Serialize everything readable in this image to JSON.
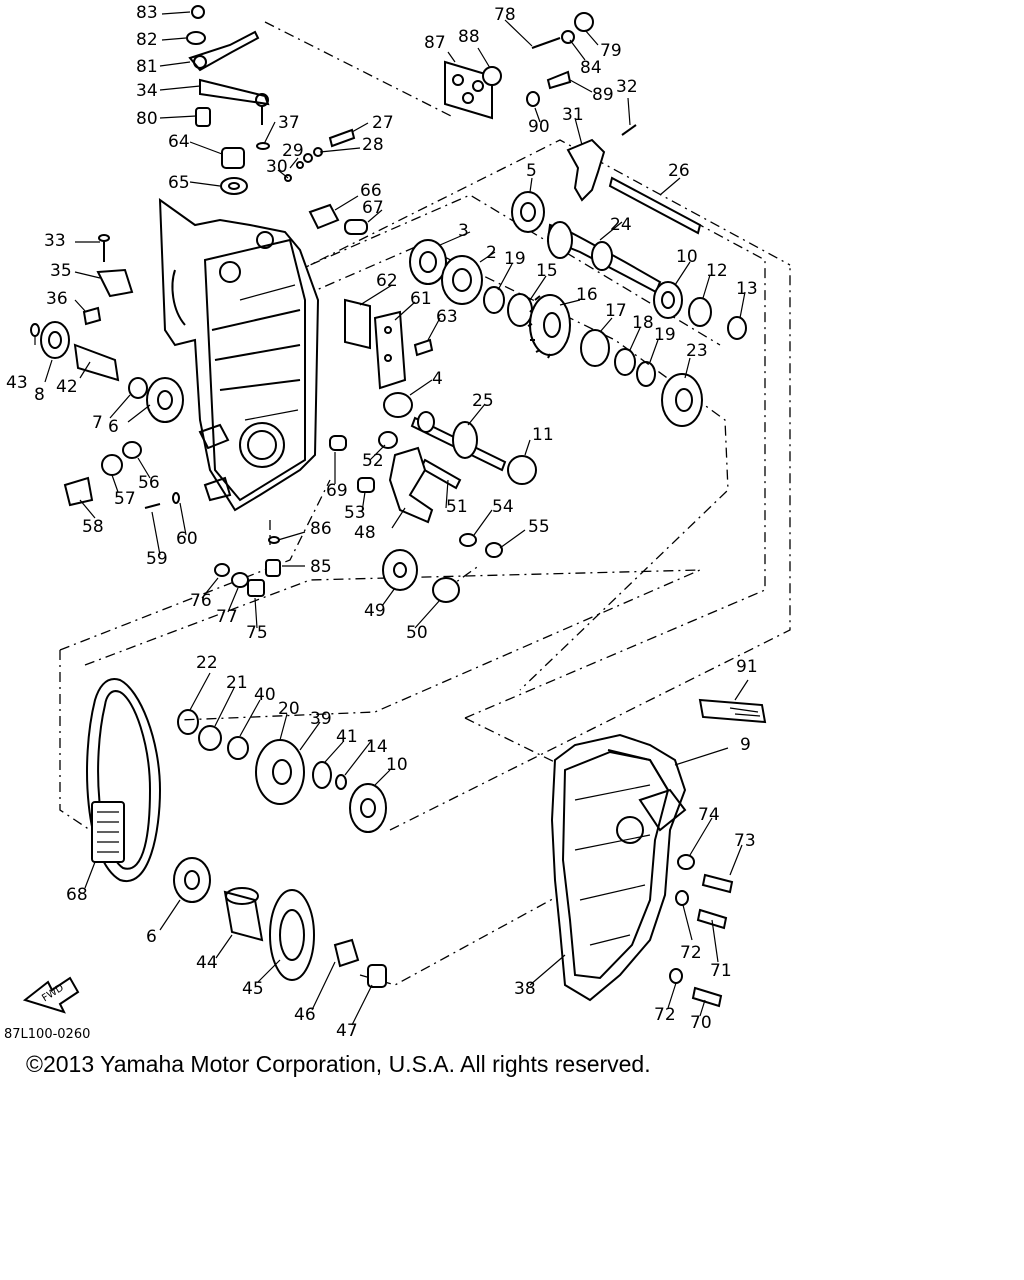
{
  "diagram": {
    "part_labels": [
      "83",
      "82",
      "81",
      "34",
      "80",
      "64",
      "65",
      "37",
      "27",
      "28",
      "29",
      "30",
      "66",
      "67",
      "87",
      "88",
      "78",
      "79",
      "84",
      "89",
      "32",
      "90",
      "31",
      "5",
      "26",
      "24",
      "3",
      "2",
      "19",
      "15",
      "16",
      "10",
      "12",
      "13",
      "17",
      "18",
      "19",
      "23",
      "33",
      "35",
      "36",
      "43",
      "8",
      "42",
      "7",
      "6",
      "62",
      "61",
      "63",
      "4",
      "25",
      "11",
      "52",
      "69",
      "53",
      "48",
      "51",
      "54",
      "55",
      "56",
      "57",
      "58",
      "59",
      "60",
      "86",
      "85",
      "76",
      "77",
      "75",
      "49",
      "50",
      "22",
      "21",
      "40",
      "20",
      "39",
      "41",
      "14",
      "10",
      "91",
      "9",
      "74",
      "73",
      "72",
      "71",
      "72",
      "70",
      "68",
      "6",
      "44",
      "45",
      "46",
      "47",
      "38"
    ],
    "drawing_code": "87L100-0260",
    "front_arrow_text": "FWD"
  },
  "footer": {
    "copyright": "©2013 Yamaha Motor Corporation, U.S.A. All rights reserved."
  }
}
